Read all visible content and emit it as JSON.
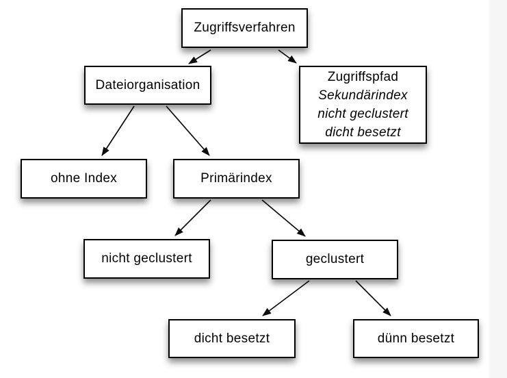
{
  "diagram": {
    "nodes": {
      "zugriffsverfahren": {
        "label": "Zugriffsverfahren"
      },
      "dateiorganisation": {
        "label": "Dateiorganisation"
      },
      "zugriffspfad": {
        "label": "Zugriffspfad",
        "sublines": [
          "Sekundärindex",
          "nicht geclustert",
          "dicht besetzt"
        ]
      },
      "ohne_index": {
        "label": "ohne Index"
      },
      "primaerindex": {
        "label": "Primärindex"
      },
      "nicht_geclustert": {
        "label": "nicht geclustert"
      },
      "geclustert": {
        "label": "geclustert"
      },
      "dicht_besetzt": {
        "label": "dicht besetzt"
      },
      "duenn_besetzt": {
        "label": "dünn besetzt"
      }
    },
    "edges": [
      {
        "from": "zugriffsverfahren",
        "to": "dateiorganisation"
      },
      {
        "from": "zugriffsverfahren",
        "to": "zugriffspfad"
      },
      {
        "from": "dateiorganisation",
        "to": "ohne_index"
      },
      {
        "from": "dateiorganisation",
        "to": "primaerindex"
      },
      {
        "from": "primaerindex",
        "to": "nicht_geclustert"
      },
      {
        "from": "primaerindex",
        "to": "geclustert"
      },
      {
        "from": "geclustert",
        "to": "dicht_besetzt"
      },
      {
        "from": "geclustert",
        "to": "duenn_besetzt"
      }
    ],
    "colors": {
      "background": "#ffffff",
      "box_fill": "#ffffff",
      "box_border": "#000000",
      "text": "#000000",
      "arrow": "#000000",
      "right_gutter": "#f6f6f6"
    }
  }
}
